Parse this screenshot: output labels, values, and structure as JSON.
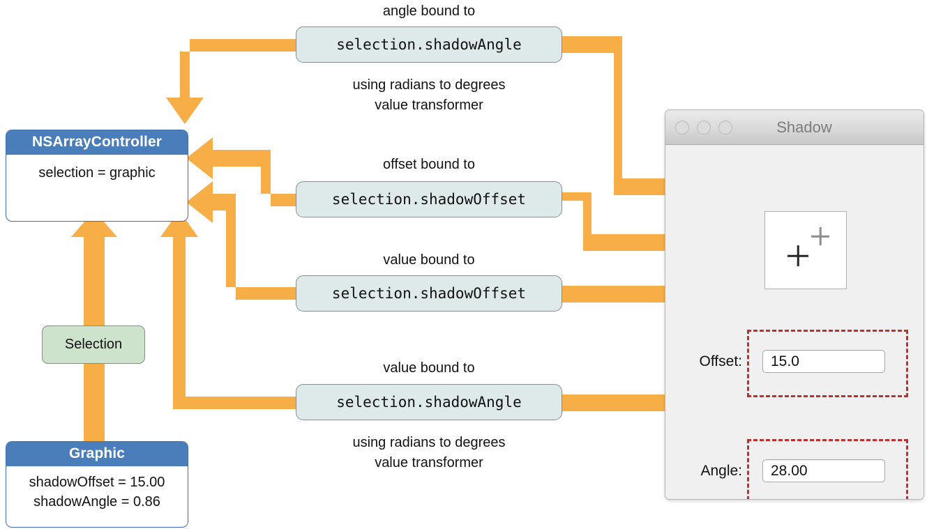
{
  "diagram": {
    "title": "Cocoa bindings diagram: NSArrayController selection bound to Shadow window controls",
    "accent_orange": "#F7AE47",
    "model_blue": "#4A7EBB",
    "selection_green": "#CDE3CB",
    "keypath_fill": "#DEE9E9",
    "highlight_red": "#C0302E"
  },
  "controller": {
    "header": "NSArrayController",
    "body": "selection = graphic"
  },
  "graphic": {
    "header": "Graphic",
    "line1": "shadowOffset = 15.00",
    "line2": "shadowAngle = 0.86"
  },
  "selection_pill": {
    "label": "Selection"
  },
  "bindings": [
    {
      "caption_above": "angle bound to",
      "keypath": "selection.shadowAngle",
      "caption_below": "using radians to degrees\nvalue transformer",
      "caption_below_line1": "using radians to degrees",
      "caption_below_line2": "value transformer"
    },
    {
      "caption_above": "offset bound to",
      "keypath": "selection.shadowOffset",
      "caption_below_line1": "",
      "caption_below_line2": ""
    },
    {
      "caption_above": "value bound to",
      "keypath": "selection.shadowOffset",
      "caption_below_line1": "",
      "caption_below_line2": ""
    },
    {
      "caption_above": "value bound to",
      "keypath": "selection.shadowAngle",
      "caption_below_line1": "using radians to degrees",
      "caption_below_line2": "value transformer"
    }
  ],
  "window": {
    "title": "Shadow",
    "traffic_lights": [
      "close-button",
      "minimize-button",
      "zoom-button"
    ],
    "preview": {
      "name": "shadow-preview",
      "marks": [
        "shadow-cross-mark",
        "origin-cross-mark"
      ]
    },
    "fields": [
      {
        "label": "Offset:",
        "value": "15.0"
      },
      {
        "label": "Angle:",
        "value": "28.00"
      }
    ]
  }
}
